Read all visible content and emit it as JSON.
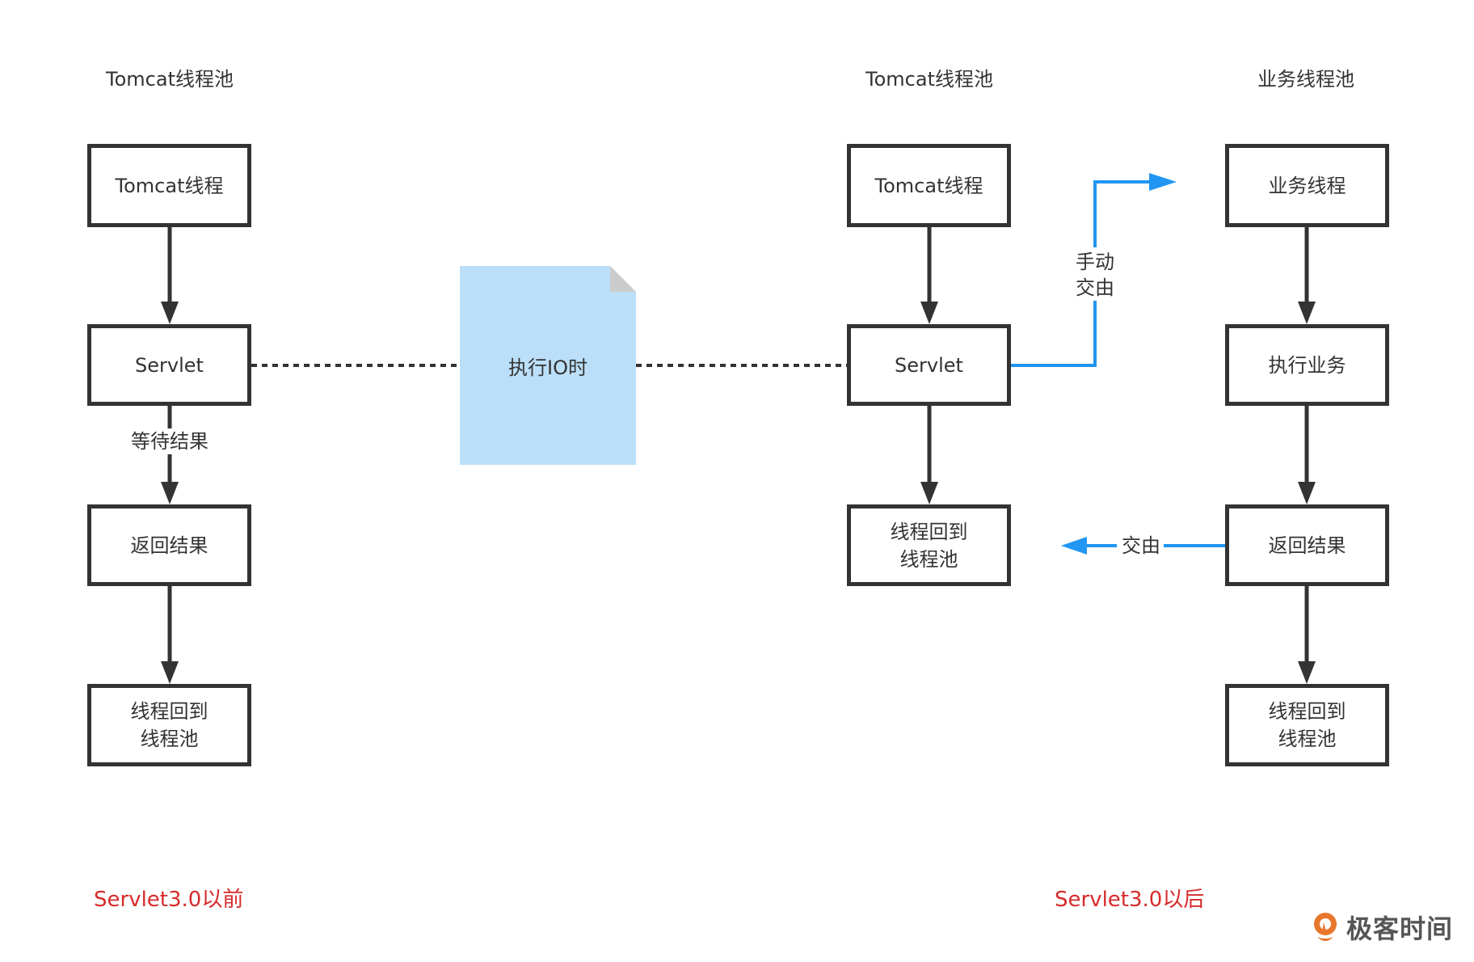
{
  "before": {
    "caption": "Servlet3.0以前",
    "pool_title": "Tomcat线程池",
    "nodes": [
      "Tomcat线程",
      "Servlet",
      "返回结果",
      "线程回到\n线程池"
    ],
    "wait_label": "等待结果"
  },
  "io_note": {
    "label": "执行IO时"
  },
  "after": {
    "caption": "Servlet3.0以后",
    "tomcat_pool": {
      "title": "Tomcat线程池",
      "nodes": [
        "Tomcat线程",
        "Servlet",
        "线程回到\n线程池"
      ]
    },
    "business_pool": {
      "title": "业务线程池",
      "nodes": [
        "业务线程",
        "执行业务",
        "返回结果",
        "线程回到\n线程池"
      ]
    },
    "handoff_label": "手动\n交由",
    "return_label": "交由"
  },
  "colors": {
    "pool_fill": "#63b3f4",
    "note_fill": "#bcdff9",
    "note_fold": "#cccccc",
    "border": "#333333",
    "connector_blue": "#2196f3",
    "caption_red": "#d62b2b",
    "logo_orange": "#e8772e"
  },
  "logo": {
    "text": "极客时间",
    "icon": "geektime-logo-icon"
  }
}
